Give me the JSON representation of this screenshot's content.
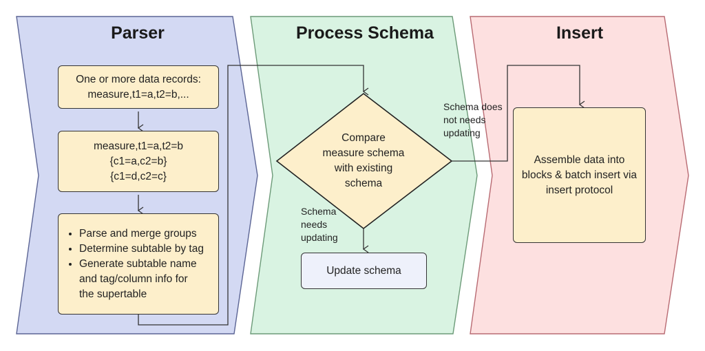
{
  "colors": {
    "parser_fill": "#d3d9f3",
    "parser_stroke": "#5b6494",
    "schema_fill": "#d9f3e2",
    "schema_stroke": "#6c9a78",
    "insert_fill": "#fde0e0",
    "insert_stroke": "#b86a72",
    "node_fill": "#fdefcb",
    "update_fill": "#eef1fb",
    "edge": "#333333"
  },
  "lanes": [
    {
      "id": "parser",
      "title": "Parser"
    },
    {
      "id": "process-schema",
      "title": "Process Schema"
    },
    {
      "id": "insert",
      "title": "Insert"
    }
  ],
  "nodes": {
    "records": {
      "lines": [
        "One or more data records:",
        "measure,t1=a,t2=b,..."
      ]
    },
    "grouped": {
      "lines": [
        "measure,t1=a,t2=b",
        "{c1=a,c2=b}",
        "{c1=d,c2=c}"
      ]
    },
    "parse_steps": {
      "items": [
        "Parse and merge groups",
        "Determine subtable by tag",
        "Generate subtable name and tag/column info for the supertable"
      ]
    },
    "compare": {
      "lines": [
        "Compare",
        "measure schema",
        "with existing",
        "schema"
      ]
    },
    "update": {
      "label": "Update schema"
    },
    "assemble": {
      "lines": [
        "Assemble data into",
        "blocks & batch insert via",
        "insert protocol"
      ]
    }
  },
  "edge_labels": {
    "needs_update": [
      "Schema",
      "needs",
      "updating"
    ],
    "no_update": [
      "Schema does",
      "not needs",
      "updating"
    ]
  }
}
